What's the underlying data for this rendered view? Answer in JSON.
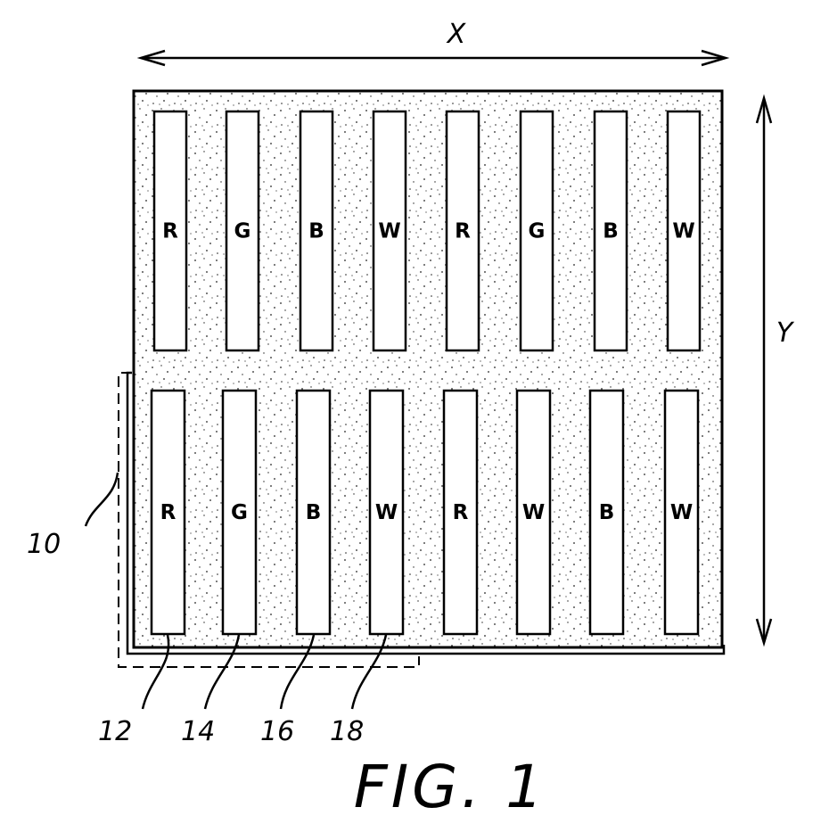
{
  "axes": {
    "x_label": "X",
    "y_label": "Y"
  },
  "pixel_rows": [
    [
      "R",
      "G",
      "B",
      "W",
      "R",
      "G",
      "B",
      "W"
    ],
    [
      "R",
      "G",
      "B",
      "W",
      "R",
      "W",
      "B",
      "W"
    ]
  ],
  "references": {
    "pixel": "10",
    "sub1": "12",
    "sub2": "14",
    "sub3": "16",
    "sub4": "18"
  },
  "caption": "FIG. 1"
}
